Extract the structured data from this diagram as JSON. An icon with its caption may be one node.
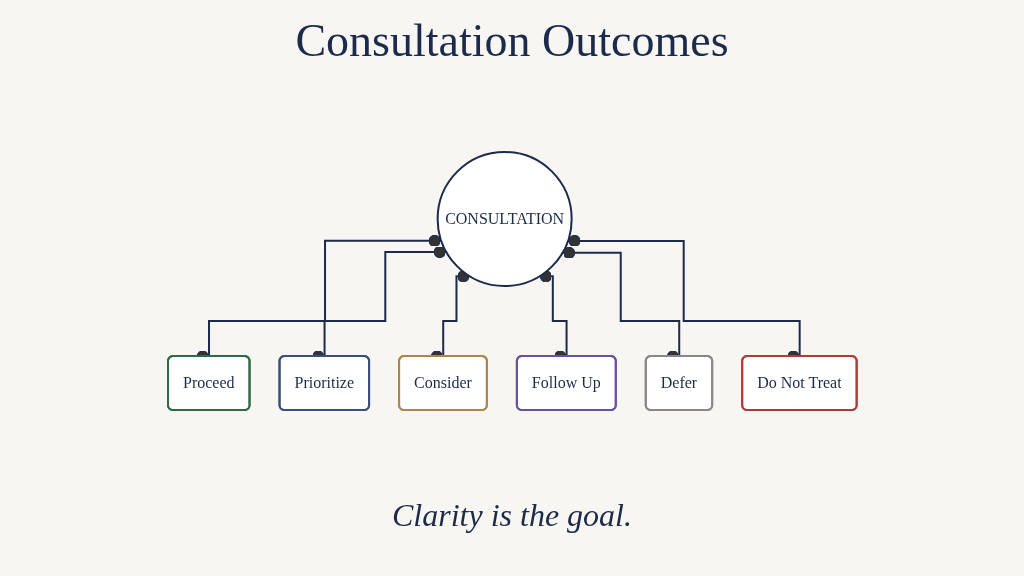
{
  "diagram": {
    "title": "Consultation Outcomes",
    "caption": "Clarity is the goal.",
    "nodes": [
      {
        "text": [
          "CONSULTATION"
        ]
      },
      {
        "text": [
          "Proceed"
        ]
      },
      {
        "text": [
          "Prioritize"
        ]
      },
      {
        "text": [
          "Consider"
        ]
      },
      {
        "text": [
          "Follow Up"
        ]
      },
      {
        "text": [
          "Defer"
        ]
      },
      {
        "text": [
          "Do Not Treat"
        ]
      }
    ],
    "edges": [
      {
        "from": 0,
        "to": 1,
        "arrow": "other"
      },
      {
        "from": 0,
        "to": 2,
        "arrow": "other"
      },
      {
        "from": 0,
        "to": 3,
        "arrow": "other"
      },
      {
        "from": 0,
        "to": 4,
        "arrow": "other"
      },
      {
        "from": 0,
        "to": 5,
        "arrow": "other"
      },
      {
        "from": 0,
        "to": 6,
        "arrow": "other"
      }
    ]
  }
}
